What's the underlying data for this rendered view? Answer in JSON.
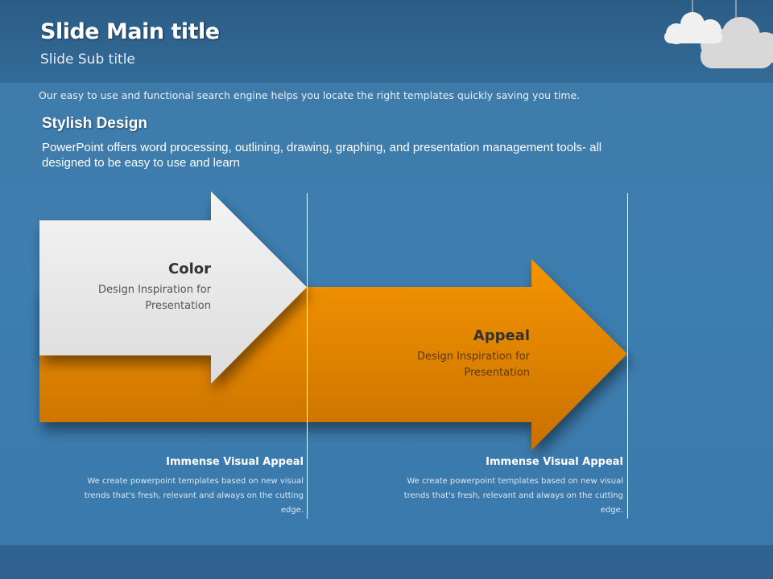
{
  "header": {
    "title": "Slide Main title",
    "subtitle": "Slide Sub title"
  },
  "tagline": "Our easy to use and functional search engine helps you locate the right templates quickly saving you time.",
  "section": {
    "heading": "Stylish  Design",
    "body": "PowerPoint offers word processing, outlining, drawing, graphing, and presentation management tools- all designed to be easy to use and learn"
  },
  "arrows": [
    {
      "title": "Color",
      "desc": "Design Inspiration for Presentation",
      "color": "#e8e8e8"
    },
    {
      "title": "Appeal",
      "desc": "Design Inspiration for Presentation",
      "color": "#f29100"
    }
  ],
  "captions": [
    {
      "title": "Immense Visual  Appeal",
      "body": "We create powerpoint templates based on new visual trends that's fresh, relevant and always on the cutting edge."
    },
    {
      "title": "Immense Visual  Appeal",
      "body": "We create powerpoint templates based on new visual trends that's fresh, relevant and always on the cutting edge."
    }
  ]
}
